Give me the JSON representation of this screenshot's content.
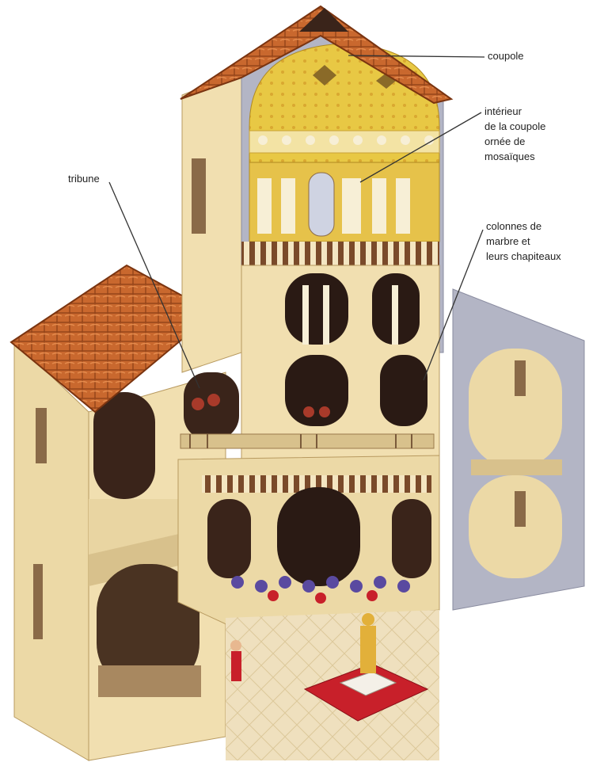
{
  "labels": {
    "coupole": "coupole",
    "interieur": [
      "intérieur",
      "de la coupole",
      "ornée de",
      "mosaïques"
    ],
    "tribune": "tribune",
    "colonnes": [
      "colonnes de",
      "marbre et",
      "leurs chapiteaux"
    ]
  },
  "colors": {
    "roof_tile": "#c9682e",
    "stone_wall": "#f1dfb0",
    "gray_wall": "#b3b5c5",
    "gold_mosaic": "#e8c844",
    "dark_arch": "#2a1a14",
    "altar_red": "#c8202a",
    "floor": "#efe0be"
  }
}
